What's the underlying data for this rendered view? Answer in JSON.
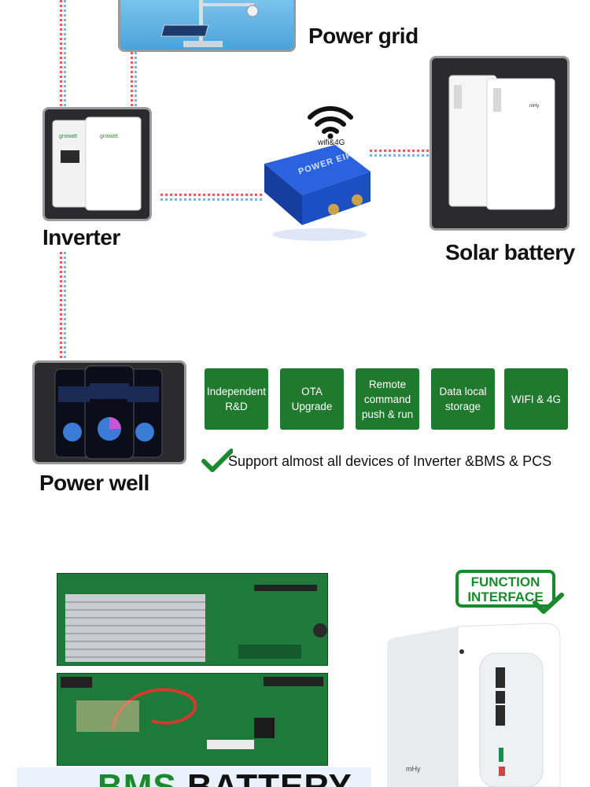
{
  "labels": {
    "power_grid": "Power grid",
    "inverter": "Inverter",
    "solar_battery": "Solar battery",
    "power_well": "Power well",
    "wifi": "wifi&4G",
    "device_brand": "POWER EIF"
  },
  "features": [
    "Independent R&D",
    "OTA Upgrade",
    "Remote command push & run",
    "Data local storage",
    "WIFI & 4G"
  ],
  "support_text": "Support almost all devices of Inverter &BMS & PCS",
  "function_interface": {
    "line1": "FUNCTION",
    "line2": "INTERFACE"
  },
  "bms_title": {
    "part1": "BMS",
    "part2": "BATTERY"
  },
  "colors": {
    "feature_green": "#1f7a2e",
    "check_green": "#1a8a2e",
    "data_red": "#e85b5b",
    "data_blue": "#7fb0e8",
    "device_blue": "#1d4fc4"
  }
}
